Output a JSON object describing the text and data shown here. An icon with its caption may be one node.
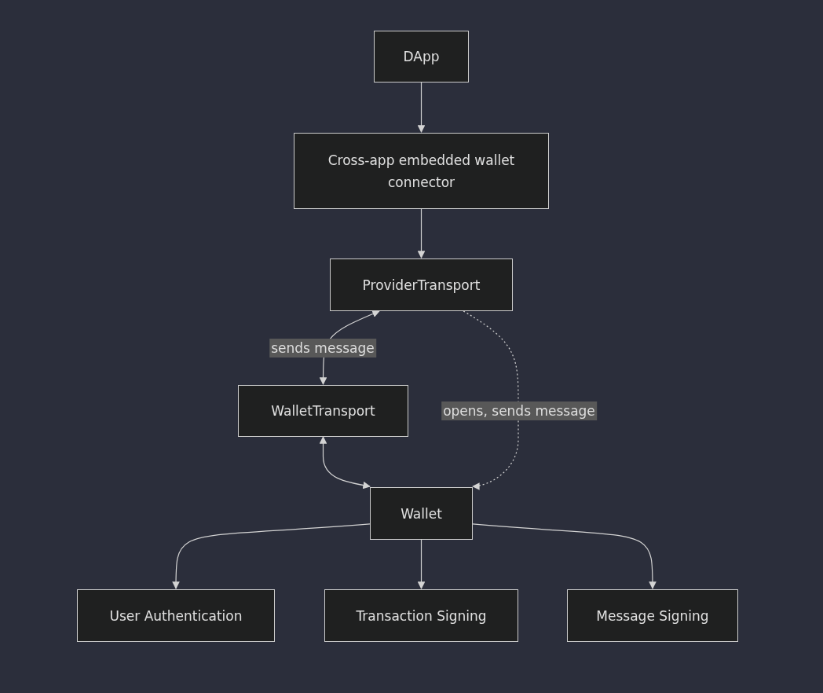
{
  "diagram": {
    "nodes": [
      {
        "text": [
          "DApp"
        ]
      },
      {
        "text": [
          "Cross-app embedded wallet connector"
        ]
      },
      {
        "text": [
          "ProviderTransport"
        ]
      },
      {
        "text": [
          "WalletTransport"
        ]
      },
      {
        "text": [
          "Wallet"
        ]
      },
      {
        "text": [
          "User Authentication"
        ]
      },
      {
        "text": [
          "Transaction Signing"
        ]
      },
      {
        "text": [
          "Message Signing"
        ]
      }
    ],
    "edges": [
      {
        "from": 0,
        "to": 1,
        "arrow": "to"
      },
      {
        "from": 1,
        "to": 2,
        "arrow": "to"
      },
      {
        "from": 2,
        "to": 3,
        "arrow": "both",
        "label": "sends message"
      },
      {
        "from": 2,
        "to": 4,
        "arrow": "to",
        "label": "opens, sends message",
        "style": "dashed"
      },
      {
        "from": 3,
        "to": 4,
        "arrow": "both"
      },
      {
        "from": 4,
        "to": 5,
        "arrow": "to"
      },
      {
        "from": 4,
        "to": 6,
        "arrow": "to"
      },
      {
        "from": 4,
        "to": 7,
        "arrow": "to"
      }
    ]
  }
}
